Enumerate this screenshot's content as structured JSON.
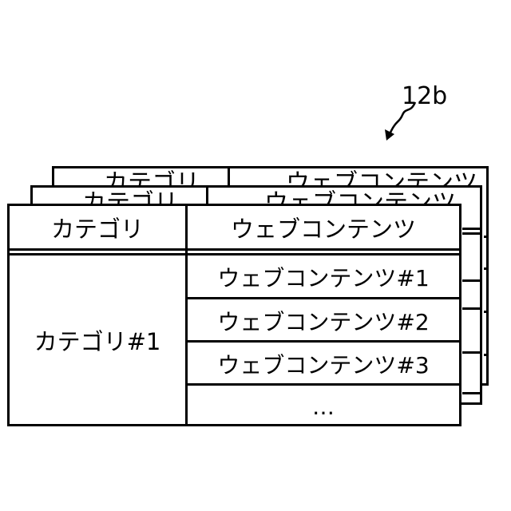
{
  "reference_label": "12b",
  "header": {
    "category_label": "カテゴリ",
    "web_contents_label": "ウェブコンテンツ"
  },
  "category_value": "カテゴリ#1",
  "web_contents": [
    "ウェブコンテンツ#1",
    "ウェブコンテンツ#2",
    "ウェブコンテンツ#3",
    "…"
  ]
}
